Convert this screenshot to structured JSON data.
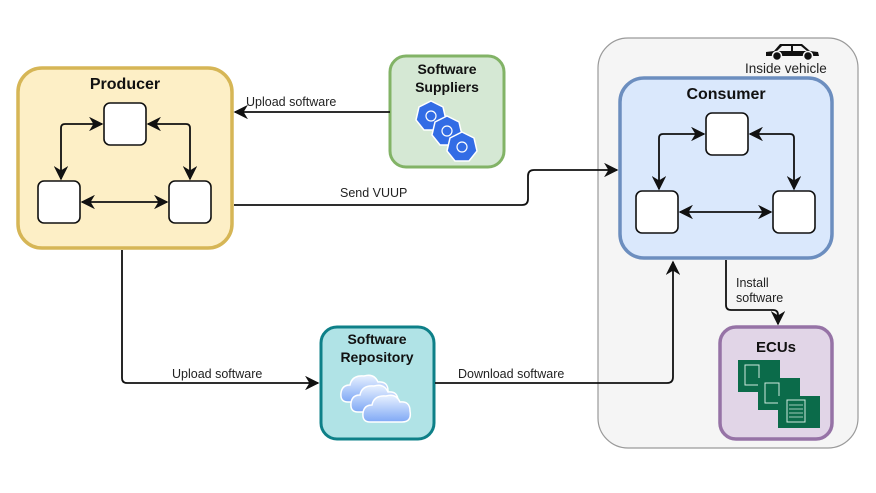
{
  "diagram": {
    "nodes": {
      "producer": {
        "title": "Producer",
        "fill": "#fdefc6",
        "stroke": "#d6b656"
      },
      "suppliers": {
        "title_line1": "Software",
        "title_line2": "Suppliers",
        "fill": "#d5e8d4",
        "stroke": "#82b366",
        "icon": "kubernetes-icon"
      },
      "repository": {
        "title_line1": "Software",
        "title_line2": "Repository",
        "fill": "#b0e3e6",
        "stroke": "#0e8088",
        "icon": "cloud-icon"
      },
      "vehicle": {
        "label": "Inside vehicle",
        "fill": "#f5f5f5",
        "stroke": "#666666",
        "icon": "car-icon"
      },
      "consumer": {
        "title": "Consumer",
        "fill": "#dae8fc",
        "stroke": "#6c8ebf"
      },
      "ecus": {
        "title": "ECUs",
        "fill": "#e1d5e7",
        "stroke": "#9673a6",
        "icon": "ecu-chip-icon"
      }
    },
    "edges": {
      "suppliers_to_producer": "Upload software",
      "producer_to_consumer": "Send VUUP",
      "producer_to_repository": "Upload software",
      "repository_to_consumer": "Download software",
      "consumer_to_ecus_line1": "Install",
      "consumer_to_ecus_line2": "software"
    }
  }
}
